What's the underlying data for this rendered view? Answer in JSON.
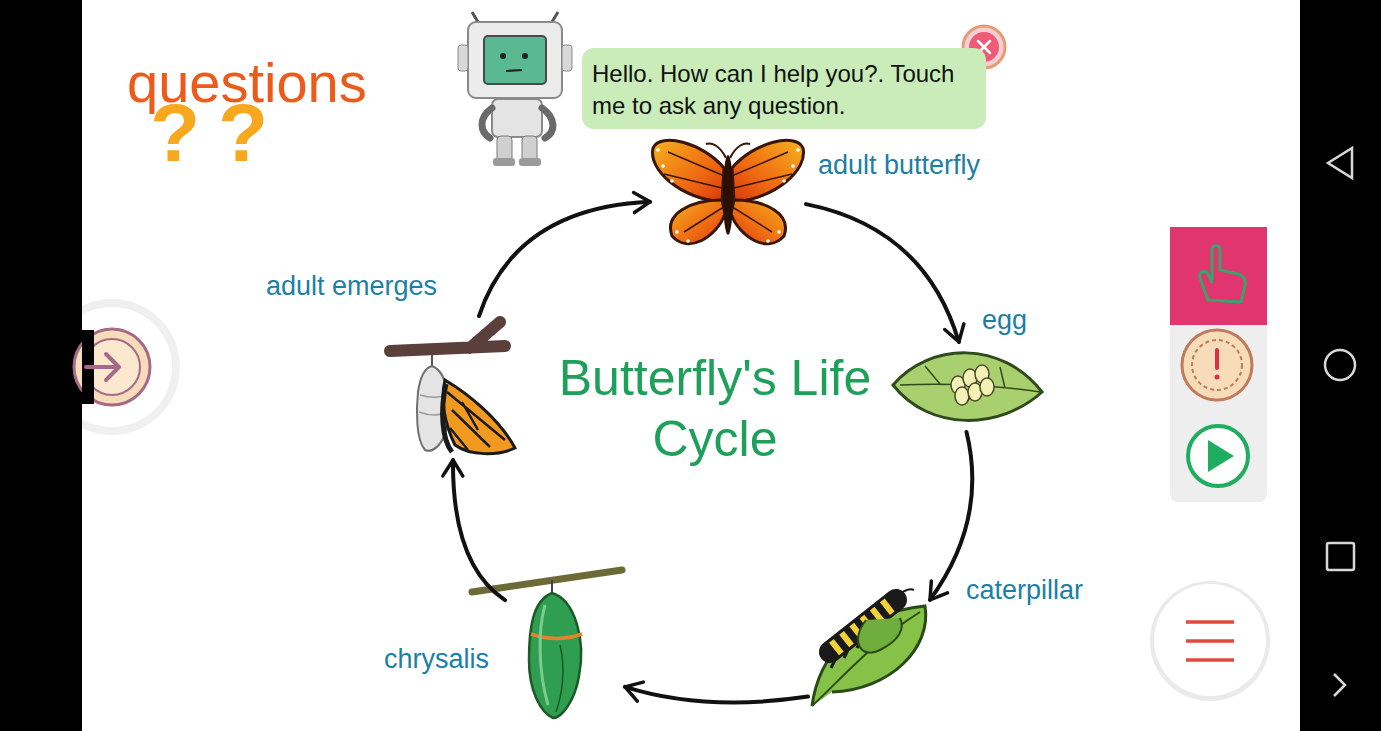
{
  "diagram": {
    "title": "Butterfly's Life Cycle",
    "nodes": [
      {
        "text": [
          "Hello. How can I help you?. Touch me to ask any question."
        ]
      },
      {
        "text": [
          "adult butterfly"
        ]
      },
      {
        "text": [
          "egg"
        ]
      },
      {
        "text": [
          "caterpillar"
        ]
      },
      {
        "text": [
          "chrysalis"
        ]
      },
      {
        "text": [
          "adult emerges"
        ]
      }
    ],
    "edges": [
      {
        "from": 1,
        "to": 2,
        "arrow": "to"
      },
      {
        "from": 2,
        "to": 3,
        "arrow": "to"
      },
      {
        "from": 3,
        "to": 4,
        "arrow": "to"
      },
      {
        "from": 4,
        "to": 5,
        "arrow": "to"
      },
      {
        "from": 5,
        "to": 1,
        "arrow": "to"
      }
    ],
    "labels": [
      "questions",
      "??"
    ]
  }
}
